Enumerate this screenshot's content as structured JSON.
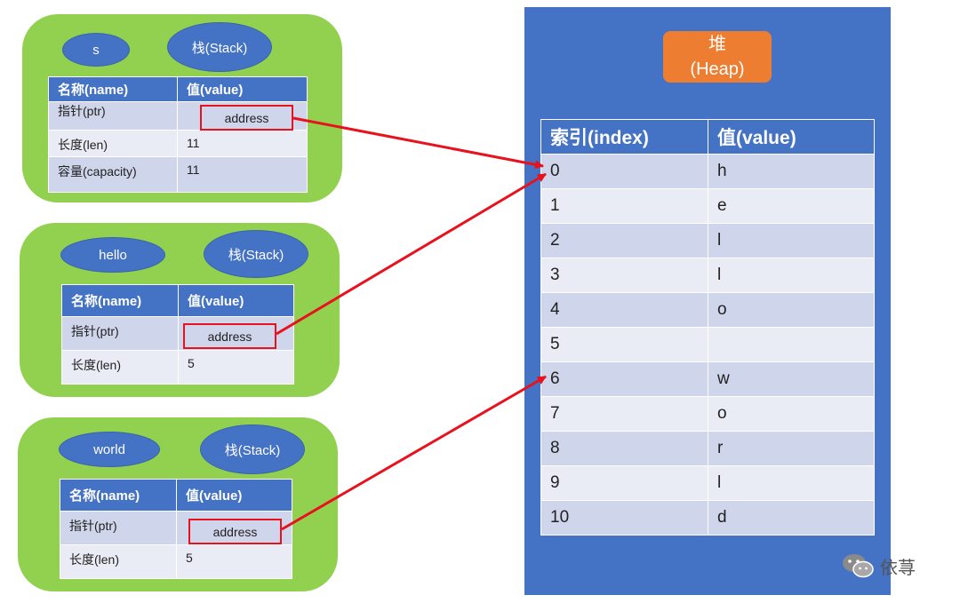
{
  "stacks": [
    {
      "var_name": "s",
      "label": "栈(Stack)",
      "header": [
        "名称(name)",
        "值(value)"
      ],
      "rows": [
        [
          "指针(ptr)",
          "address"
        ],
        [
          "长度(len)",
          "11"
        ],
        [
          "容量(capacity)",
          "11"
        ]
      ]
    },
    {
      "var_name": "hello",
      "label": "栈(Stack)",
      "header": [
        "名称(name)",
        "值(value)"
      ],
      "rows": [
        [
          "指针(ptr)",
          "address"
        ],
        [
          "长度(len)",
          "5"
        ]
      ]
    },
    {
      "var_name": "world",
      "label": "栈(Stack)",
      "header": [
        "名称(name)",
        "值(value)"
      ],
      "rows": [
        [
          "指针(ptr)",
          "address"
        ],
        [
          "长度(len)",
          "5"
        ]
      ]
    }
  ],
  "heap": {
    "title": "堆",
    "subtitle": "(Heap)",
    "header": [
      "索引(index)",
      "值(value)"
    ],
    "rows": [
      [
        "0",
        "h"
      ],
      [
        "1",
        "e"
      ],
      [
        "2",
        "l"
      ],
      [
        "3",
        "l"
      ],
      [
        "4",
        "o"
      ],
      [
        "5",
        ""
      ],
      [
        "6",
        "w"
      ],
      [
        "7",
        "o"
      ],
      [
        "8",
        "r"
      ],
      [
        "9",
        "l"
      ],
      [
        "10",
        "d"
      ]
    ]
  },
  "colors": {
    "stack_bg": "#92d050",
    "blue": "#4472c4",
    "orange": "#ed7d31",
    "arrow": "#e8121e"
  },
  "watermark": {
    "icon": "wechat-icon",
    "text": "依荨"
  }
}
